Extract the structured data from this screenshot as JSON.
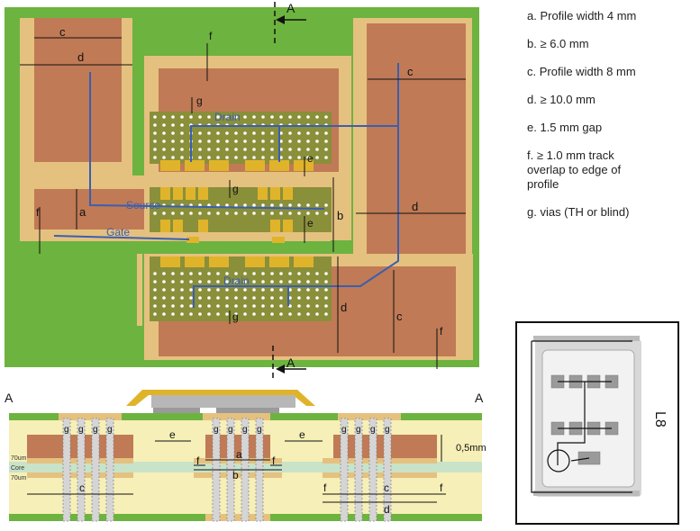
{
  "section_marker_top": "A",
  "section_marker_bottom": "A",
  "dimension_letters": {
    "a": "a",
    "b": "b",
    "c": "c",
    "d": "d",
    "e": "e",
    "f": "f",
    "g": "g"
  },
  "top_labels": {
    "drain_top": "Drain",
    "source": "Source",
    "gate": "Gate",
    "drain_bottom": "Drain"
  },
  "legend": [
    {
      "text": "a.  Profile width 4 mm"
    },
    {
      "text": "b.  ≥ 6.0 mm"
    },
    {
      "text": "c.   Profile width 8 mm"
    },
    {
      "text": "d.  ≥ 10.0 mm"
    },
    {
      "text": "e.  1.5 mm gap"
    },
    {
      "text": "f.   ≥ 1.0 mm track overlap to edge of profile"
    },
    {
      "text": "g.  vias (TH or blind)"
    }
  ],
  "section": {
    "left_marker": "A",
    "right_marker": "A",
    "layer_label_1": "70um",
    "layer_label_core": "Core",
    "layer_label_2": "70um",
    "thickness": "0,5mm",
    "via_letter": "g"
  },
  "package": {
    "label": "L8"
  },
  "colors": {
    "board_green": "#6db33f",
    "profile_tan": "#e5c17f",
    "copper": "#c07a55",
    "via_pad_olive": "#8a8f3a",
    "pad_yellow": "#e0b42a",
    "arrow_blue": "#3a5fb0",
    "core_green": "#c9e3c9",
    "prepreg_cream": "#f6efb7"
  }
}
